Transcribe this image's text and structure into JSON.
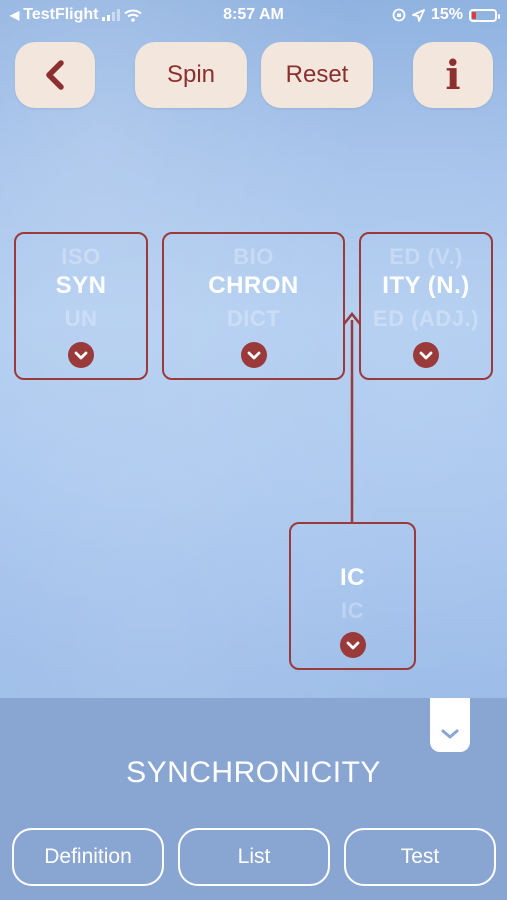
{
  "status_bar": {
    "back_app": "TestFlight",
    "time": "8:57 AM",
    "battery": "15%"
  },
  "toolbar": {
    "spin_label": "Spin",
    "reset_label": "Reset",
    "info_label": "i"
  },
  "word_parts": [
    {
      "prev": "ISO",
      "current": "SYN",
      "next": "UN"
    },
    {
      "prev": "BIO",
      "current": "CHRON",
      "next": "DICT"
    },
    {
      "prev": "ED (V.)",
      "current": "ITY (N.)",
      "next": "ED (ADJ.)"
    }
  ],
  "suffix_part": {
    "prev": "",
    "current": "IC",
    "next": "IC"
  },
  "result_word": "SYNCHRONICITY",
  "bottom_buttons": {
    "definition_label": "Definition",
    "list_label": "List",
    "test_label": "Test"
  },
  "colors": {
    "accent": "#9b3a3a",
    "button_bg": "#f3e6dc",
    "panel": "#89a6d2"
  }
}
